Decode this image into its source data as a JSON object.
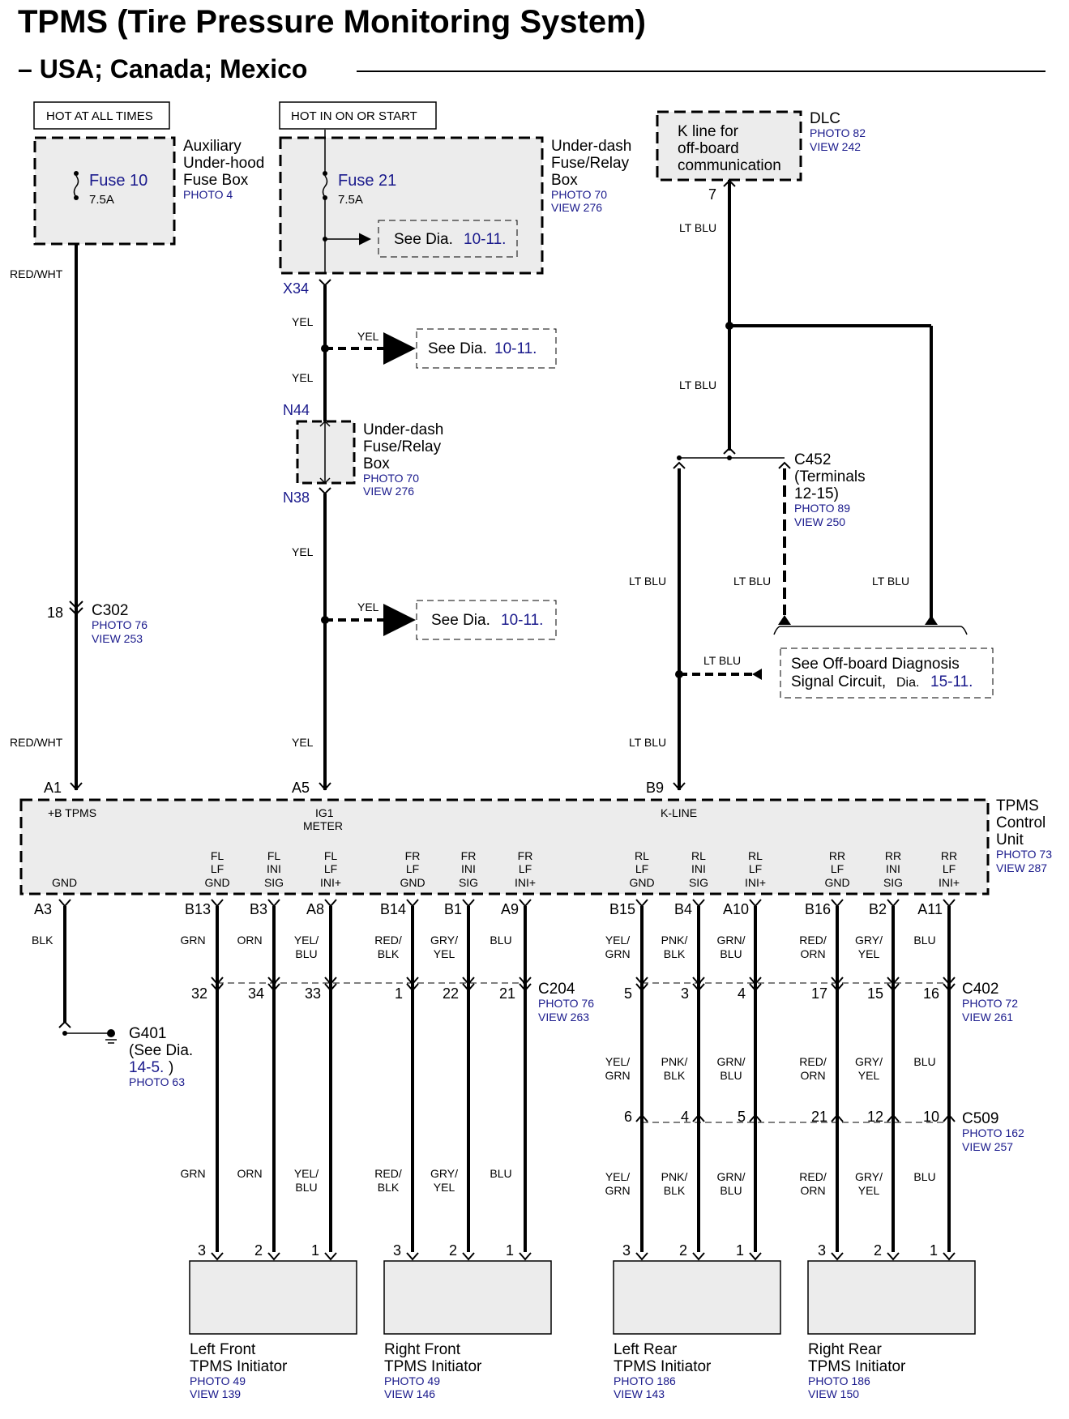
{
  "title": "TPMS (Tire Pressure Monitoring System)",
  "subtitle": "– USA; Canada; Mexico",
  "colors": {
    "link": "#1a1a8c",
    "box_fill": "#ececec"
  },
  "power": {
    "hot_always": "HOT AT ALL TIMES",
    "hot_start": "HOT IN ON OR START"
  },
  "aux_box": {
    "fuse": "Fuse 10",
    "rating": "7.5A",
    "name1": "Auxiliary",
    "name2": "Under-hood",
    "name3": "Fuse Box",
    "photo": "PHOTO 4"
  },
  "udash_box": {
    "fuse": "Fuse 21",
    "rating": "7.5A",
    "see": "See Dia.",
    "see_ref": "10-11.",
    "name1": "Under-dash",
    "name2": "Fuse/Relay",
    "name3": "Box",
    "photo": "PHOTO 70",
    "view": "VIEW 276",
    "out_pin": "X34"
  },
  "dlc": {
    "name": "DLC",
    "line1": "K line for",
    "line2": "off-board",
    "line3": "communication",
    "photo": "PHOTO 82",
    "view": "VIEW 242",
    "pin": "7"
  },
  "udash2": {
    "name1": "Under-dash",
    "name2": "Fuse/Relay",
    "name3": "Box",
    "photo": "PHOTO 70",
    "view": "VIEW 276",
    "in_pin": "N44",
    "out_pin": "N38"
  },
  "see_refs": {
    "see": "See Dia.",
    "ref": "10-11.",
    "wire": "YEL"
  },
  "c452": {
    "name": "C452",
    "line1": "(Terminals",
    "line2": "12-15)",
    "photo": "PHOTO 89",
    "view": "VIEW 250"
  },
  "offboard": {
    "line1": "See Off-board Diagnosis",
    "line2": "Signal Circuit,",
    "dia": "Dia.",
    "ref": "15-11."
  },
  "c302": {
    "name": "C302",
    "pin": "18",
    "photo": "PHOTO 76",
    "view": "VIEW 253"
  },
  "wires": {
    "redwht": "RED/WHT",
    "yel": "YEL",
    "ltblu": "LT BLU",
    "blk": "BLK"
  },
  "tpms": {
    "name1": "TPMS",
    "name2": "Control",
    "name3": "Unit",
    "photo": "PHOTO 73",
    "view": "VIEW 287",
    "top_pins": [
      "A1",
      "A5",
      "B9"
    ],
    "top_labels": [
      "+B TPMS",
      "IG1",
      "METER",
      "K-LINE"
    ],
    "gnd": "GND",
    "gnd_pin": "A3"
  },
  "g401": {
    "name": "G401",
    "see": "(See Dia.",
    "ref": "14-5.",
    "close": ")",
    "photo": "PHOTO 63"
  },
  "c204": {
    "name": "C204",
    "photo": "PHOTO 76",
    "view": "VIEW 263"
  },
  "c402": {
    "name": "C402",
    "photo": "PHOTO 72",
    "view": "VIEW 261"
  },
  "c509": {
    "name": "C509",
    "photo": "PHOTO 162",
    "view": "VIEW 257"
  },
  "channels": [
    {
      "l1": "FL",
      "l2": "LF",
      "l3": "GND",
      "pin": "B13",
      "w1": "GRN",
      "w1b": "",
      "c1": "32",
      "w3": "GRN",
      "w3b": "",
      "term": "3"
    },
    {
      "l1": "FL",
      "l2": "INI",
      "l3": "SIG",
      "pin": "B3",
      "w1": "ORN",
      "w1b": "",
      "c1": "34",
      "w3": "ORN",
      "w3b": "",
      "term": "2"
    },
    {
      "l1": "FL",
      "l2": "LF",
      "l3": "INI+",
      "pin": "A8",
      "w1": "YEL/",
      "w1b": "BLU",
      "c1": "33",
      "w3": "YEL/",
      "w3b": "BLU",
      "term": "1"
    },
    {
      "l1": "FR",
      "l2": "LF",
      "l3": "GND",
      "pin": "B14",
      "w1": "RED/",
      "w1b": "BLK",
      "c1": "1",
      "w3": "RED/",
      "w3b": "BLK",
      "term": "3"
    },
    {
      "l1": "FR",
      "l2": "INI",
      "l3": "SIG",
      "pin": "B1",
      "w1": "GRY/",
      "w1b": "YEL",
      "c1": "22",
      "w3": "GRY/",
      "w3b": "YEL",
      "term": "2"
    },
    {
      "l1": "FR",
      "l2": "LF",
      "l3": "INI+",
      "pin": "A9",
      "w1": "BLU",
      "w1b": "",
      "c1": "21",
      "w3": "BLU",
      "w3b": "",
      "term": "1"
    },
    {
      "l1": "RL",
      "l2": "LF",
      "l3": "GND",
      "pin": "B15",
      "w1": "YEL/",
      "w1b": "GRN",
      "c1": "5",
      "w2": "YEL/",
      "w2b": "GRN",
      "c2": "6",
      "w3": "YEL/",
      "w3b": "GRN",
      "term": "3"
    },
    {
      "l1": "RL",
      "l2": "INI",
      "l3": "SIG",
      "pin": "B4",
      "w1": "PNK/",
      "w1b": "BLK",
      "c1": "3",
      "w2": "PNK/",
      "w2b": "BLK",
      "c2": "4",
      "w3": "PNK/",
      "w3b": "BLK",
      "term": "2"
    },
    {
      "l1": "RL",
      "l2": "LF",
      "l3": "INI+",
      "pin": "A10",
      "w1": "GRN/",
      "w1b": "BLU",
      "c1": "4",
      "w2": "GRN/",
      "w2b": "BLU",
      "c2": "5",
      "w3": "GRN/",
      "w3b": "BLU",
      "term": "1"
    },
    {
      "l1": "RR",
      "l2": "LF",
      "l3": "GND",
      "pin": "B16",
      "w1": "RED/",
      "w1b": "ORN",
      "c1": "17",
      "w2": "RED/",
      "w2b": "ORN",
      "c2": "21",
      "w3": "RED/",
      "w3b": "ORN",
      "term": "3"
    },
    {
      "l1": "RR",
      "l2": "INI",
      "l3": "SIG",
      "pin": "B2",
      "w1": "GRY/",
      "w1b": "YEL",
      "c1": "15",
      "w2": "GRY/",
      "w2b": "YEL",
      "c2": "12",
      "w3": "GRY/",
      "w3b": "YEL",
      "term": "2"
    },
    {
      "l1": "RR",
      "l2": "LF",
      "l3": "INI+",
      "pin": "A11",
      "w1": "BLU",
      "w1b": "",
      "c1": "16",
      "w2": "BLU",
      "w2b": "",
      "c2": "10",
      "w3": "BLU",
      "w3b": "",
      "term": "1"
    }
  ],
  "initiators": [
    {
      "name1": "Left Front",
      "name2": "TPMS Initiator",
      "photo": "PHOTO 49",
      "view": "VIEW 139"
    },
    {
      "name1": "Right Front",
      "name2": "TPMS Initiator",
      "photo": "PHOTO 49",
      "view": "VIEW 146"
    },
    {
      "name1": "Left Rear",
      "name2": "TPMS Initiator",
      "photo": "PHOTO 186",
      "view": "VIEW 143"
    },
    {
      "name1": "Right Rear",
      "name2": "TPMS Initiator",
      "photo": "PHOTO 186",
      "view": "VIEW 150"
    }
  ]
}
